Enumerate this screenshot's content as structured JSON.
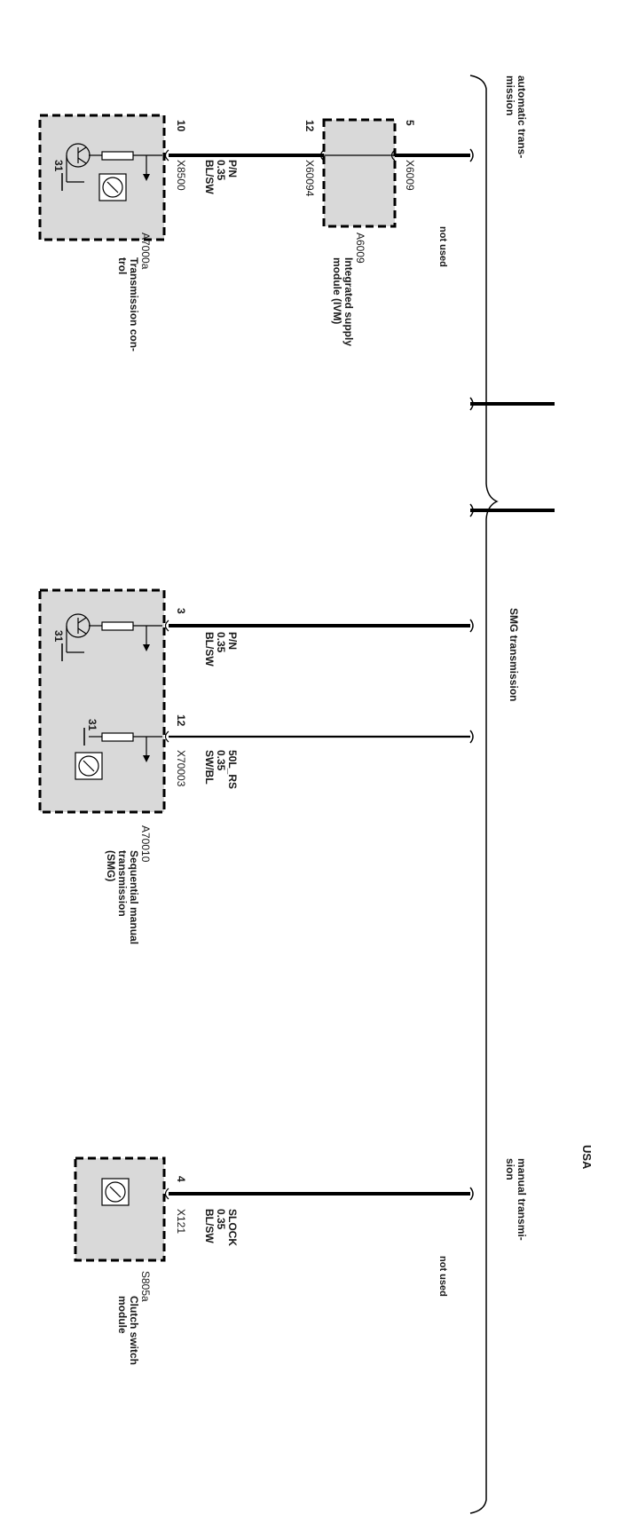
{
  "region": "USA",
  "sections": {
    "automatic": {
      "title": "automatic trans-\nmission",
      "note": "not used"
    },
    "smg": {
      "title": "SMG transmission"
    },
    "manual": {
      "title": "manual transmi-\nsion",
      "note": "not used"
    }
  },
  "components": {
    "ivm": {
      "id": "A6009",
      "name": "Integrated supply\nmodule (IVM)",
      "pin_top": "5",
      "conn_top": "X6009",
      "pin_bottom": "12",
      "conn_bottom": "X60094"
    },
    "tcu": {
      "id": "A7000a",
      "name": "Transmission con-\ntrol",
      "pin": "10",
      "connector": "X8500",
      "ground": "31"
    },
    "smg_unit": {
      "id": "A70010",
      "name": "Sequential manual\ntransmission\n(SMG)",
      "pin1": "3",
      "pin2": "12",
      "connector": "X70003",
      "ground1": "31",
      "ground2": "31"
    },
    "clutch": {
      "id": "S805a",
      "name": "Clutch switch\nmodule",
      "pin": "4",
      "connector": "X121"
    }
  },
  "wires": {
    "auto": {
      "signal": "P/N",
      "gauge": "0.35",
      "color": "BL/SW"
    },
    "smg1": {
      "signal": "P/N",
      "gauge": "0.35",
      "color": "BL/SW"
    },
    "smg2": {
      "signal": "50L_RS",
      "gauge": "0.35",
      "color": "SW/BL"
    },
    "manual": {
      "signal": "SLOCK",
      "gauge": "0.35",
      "color": "BL/SW"
    }
  }
}
